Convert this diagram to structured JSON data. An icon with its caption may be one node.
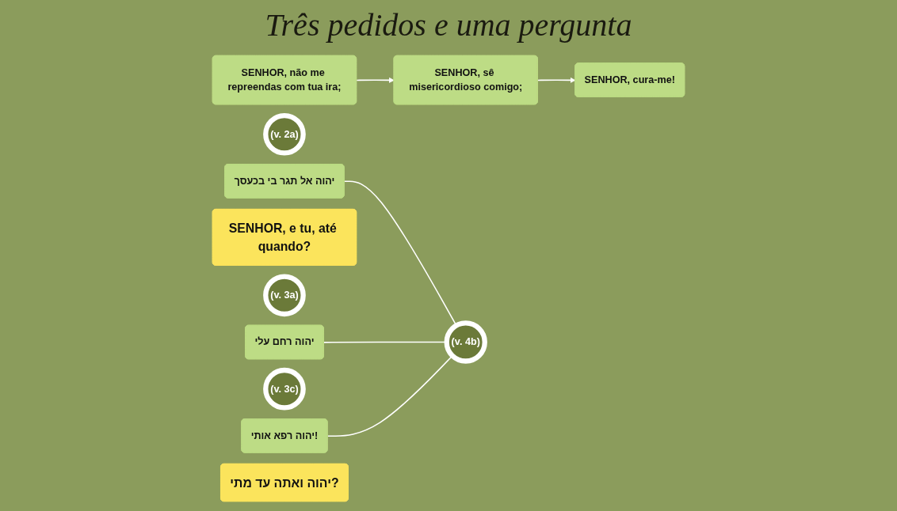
{
  "diagram": {
    "title": "Três pedidos e uma pergunta",
    "nodes": [
      {
        "text": [
          "SENHOR, não me repreendas com tua ira;"
        ]
      },
      {
        "text": [
          "(v. 2a)"
        ]
      },
      {
        "text": [
          "יהוה אל תגר בי בכעסך"
        ]
      },
      {
        "text": [
          "SENHOR, e tu, até quando?"
        ]
      },
      {
        "text": [
          "SENHOR, sê misericordioso comigo;"
        ]
      },
      {
        "text": [
          "(v. 3a)"
        ]
      },
      {
        "text": [
          "יהוה רחם עלי"
        ]
      },
      {
        "text": [
          "(v. 4b)"
        ]
      },
      {
        "text": [
          "SENHOR, cura-me!"
        ]
      },
      {
        "text": [
          "(v. 3c)"
        ]
      },
      {
        "text": [
          "יהוה רפא אותי!"
        ]
      },
      {
        "text": [
          "יהוה ואתה עד מתי?"
        ]
      }
    ],
    "edges": [
      {
        "from": 0,
        "to": 4,
        "arrow": "to"
      },
      {
        "from": 4,
        "to": 8,
        "arrow": "to"
      },
      {
        "from": 2,
        "to": 7,
        "arrow": "none"
      },
      {
        "from": 6,
        "to": 7,
        "arrow": "none"
      },
      {
        "from": 10,
        "to": 7,
        "arrow": "none"
      }
    ]
  }
}
